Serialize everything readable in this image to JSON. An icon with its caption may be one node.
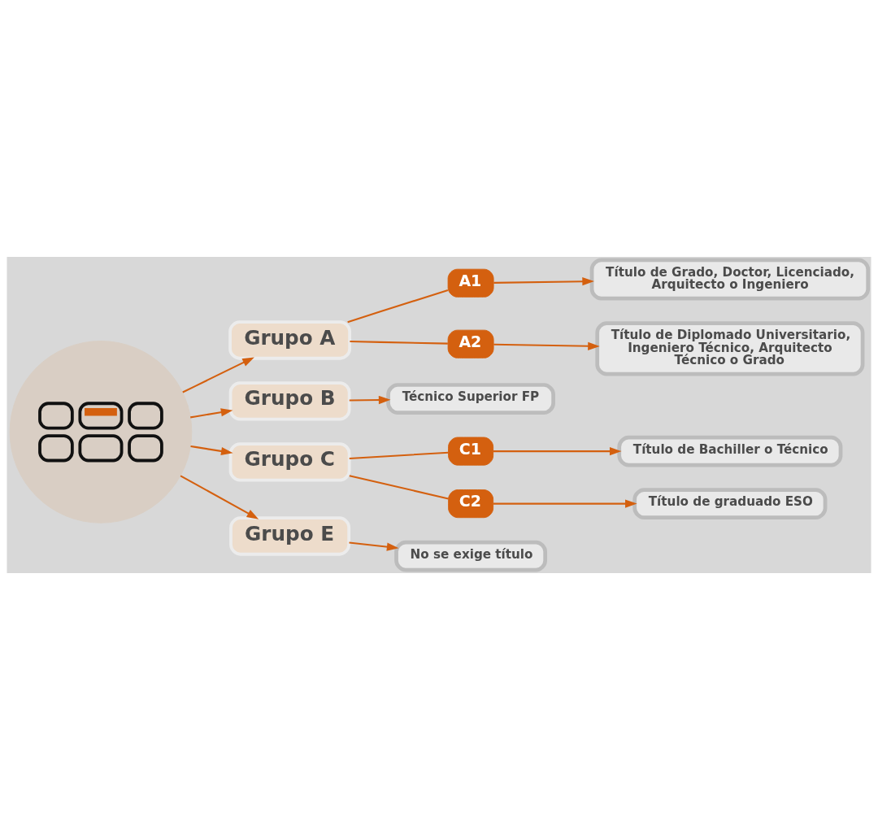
{
  "diagram": {
    "nodes": [
      {
        "text": [],
        "shape": "picture"
      },
      {
        "text": [
          "Grupo A"
        ]
      },
      {
        "text": [
          "A1"
        ]
      },
      {
        "text": [
          "Título de Grado, Doctor, Licenciado, Arquitecto o Ingeniero"
        ]
      },
      {
        "text": [
          "A2"
        ]
      },
      {
        "text": [
          "Título de Diplomado Universitario, Ingeniero Técnico, Arquitecto Técnico o Grado"
        ]
      },
      {
        "text": [
          "Grupo B"
        ]
      },
      {
        "text": [
          "Técnico Superior FP"
        ]
      },
      {
        "text": [
          "Grupo C"
        ]
      },
      {
        "text": [
          "C1"
        ]
      },
      {
        "text": [
          "Título de Bachiller o Técnico"
        ]
      },
      {
        "text": [
          "C2"
        ]
      },
      {
        "text": [
          "Título de graduado ESO"
        ]
      },
      {
        "text": [
          "Grupo E"
        ]
      },
      {
        "text": [
          "No se exige título"
        ]
      }
    ],
    "edges": [
      {
        "from": 0,
        "to": 1,
        "arrow": "to"
      },
      {
        "from": 1,
        "to": 2,
        "arrow": "none"
      },
      {
        "from": 2,
        "to": 3,
        "arrow": "to"
      },
      {
        "from": 1,
        "to": 4,
        "arrow": "none"
      },
      {
        "from": 4,
        "to": 5,
        "arrow": "to"
      },
      {
        "from": 0,
        "to": 6,
        "arrow": "to"
      },
      {
        "from": 6,
        "to": 7,
        "arrow": "to"
      },
      {
        "from": 0,
        "to": 8,
        "arrow": "to"
      },
      {
        "from": 8,
        "to": 9,
        "arrow": "none"
      },
      {
        "from": 9,
        "to": 10,
        "arrow": "to"
      },
      {
        "from": 8,
        "to": 11,
        "arrow": "none"
      },
      {
        "from": 11,
        "to": 12,
        "arrow": "to"
      },
      {
        "from": 0,
        "to": 13,
        "arrow": "to"
      },
      {
        "from": 13,
        "to": 14,
        "arrow": "to"
      }
    ]
  }
}
